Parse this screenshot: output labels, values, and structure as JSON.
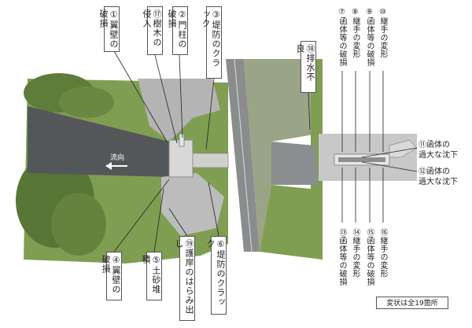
{
  "labels": {
    "l1": "①翼壁の破損",
    "l17": "⑰樹木の侵入",
    "l2": "②門柱の破損",
    "l3": "③堤防のクラック",
    "l18": "⑱排水不良",
    "l4": "④翼壁の破損",
    "l5": "⑤土砂堆積",
    "l19": "⑲護岸のはらみ出し",
    "l6": "⑥堤防のクラック"
  },
  "detail": {
    "t7": "⑦函体等の破損",
    "t8": "⑧継手の変形",
    "t9": "⑨函体等の破損",
    "t10": "⑩継手の変形",
    "t13": "⑬函体等の破損",
    "t14": "⑭継手の変形",
    "t15": "⑮函体等の破損",
    "t16": "⑯継手の変形",
    "t11": "⑪函体の\n過大な沈下",
    "t12": "⑫函体の\n過大な沈下"
  },
  "flow_label": "流向",
  "note": "変状は全19箇所",
  "colors": {
    "grass": "#7f9e52",
    "grass_dark": "#5f7d3a",
    "water": "#54575a",
    "concrete": "#b9b9b9",
    "road": "#8a8c8e",
    "slope": "#9aa486"
  }
}
